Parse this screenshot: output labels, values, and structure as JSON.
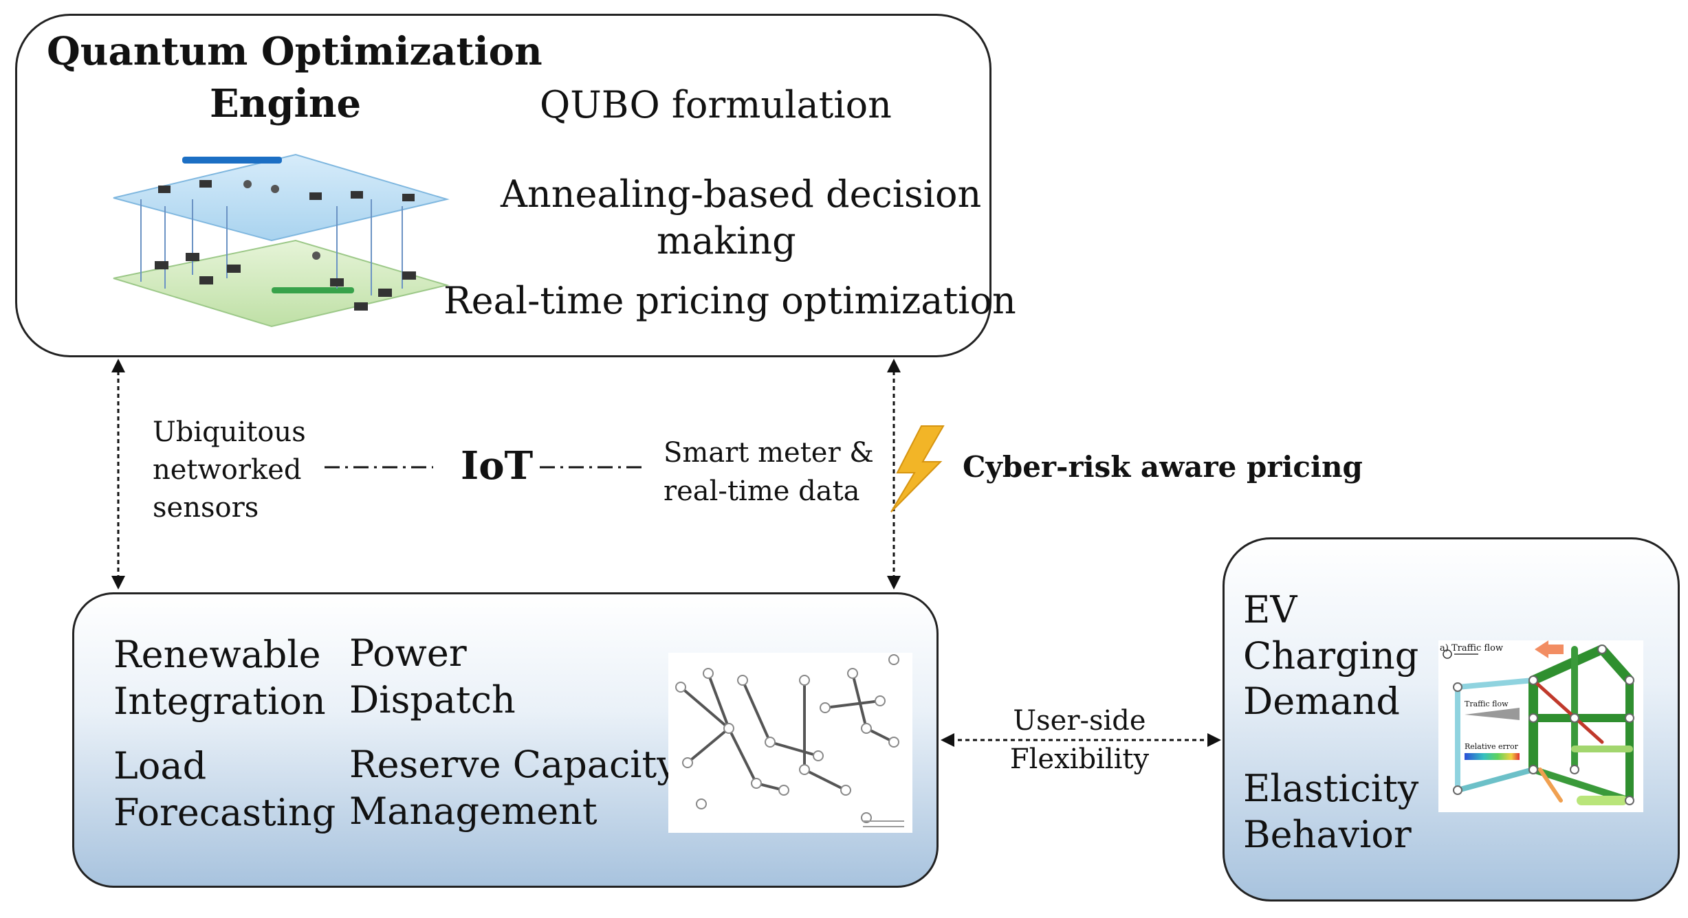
{
  "engine": {
    "title_line1": "Quantum Optimization",
    "title_line2": "Engine",
    "features": [
      "QUBO formulation",
      "Annealing-based decision",
      "making",
      "Real-time pricing optimization"
    ]
  },
  "iot": {
    "label": "IoT",
    "left_lines": [
      "Ubiquitous",
      "networked",
      "sensors"
    ],
    "right_lines": [
      "Smart meter &",
      "real-time data"
    ],
    "cyber_label": "Cyber-risk aware pricing"
  },
  "grid": {
    "renewable": [
      "Renewable",
      "Integration"
    ],
    "power": [
      "Power",
      "Dispatch"
    ],
    "load": [
      "Load",
      "Forecasting"
    ],
    "reserve": [
      "Reserve Capacity",
      "Management"
    ]
  },
  "flex": {
    "lines": [
      "User-side",
      "Flexibility"
    ]
  },
  "ev": {
    "charging": [
      "EV",
      "Charging",
      "Demand"
    ],
    "elasticity": [
      "Elasticity",
      "Behavior"
    ],
    "map_caption": "a) Traffic flow",
    "map_legend_title": "Traffic flow",
    "map_legend_sub": "Relative error"
  },
  "colors": {
    "bolt": "#f2b527",
    "box_gradient_bottom": "#a8c3de"
  }
}
